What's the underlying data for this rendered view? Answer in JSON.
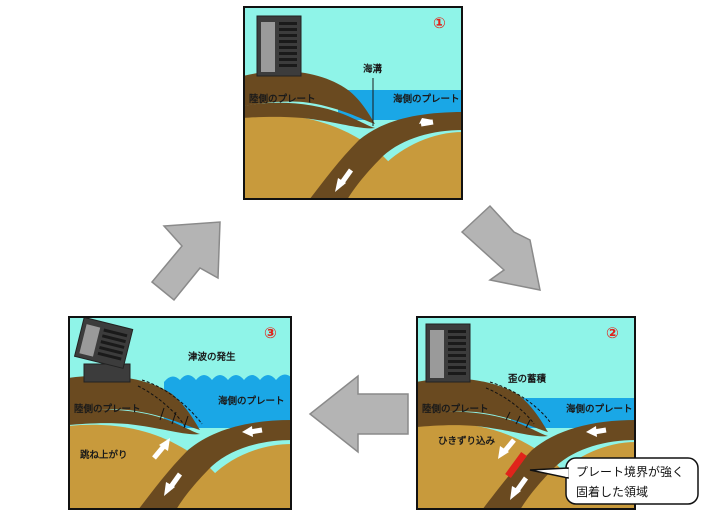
{
  "panels": {
    "p1": {
      "number": "①",
      "labels": {
        "trench": "海溝",
        "land_plate": "陸側のプレート",
        "ocean_plate": "海側のプレート"
      }
    },
    "p2": {
      "number": "②",
      "labels": {
        "strain": "歪の蓄積",
        "land_plate": "陸側のプレート",
        "ocean_plate": "海側のプレート",
        "drag": "ひきずり込み"
      },
      "callout": {
        "line1": "プレート境界が強く",
        "line2": "固着した領域"
      }
    },
    "p3": {
      "number": "③",
      "labels": {
        "tsunami": "津波の発生",
        "land_plate": "陸側のプレート",
        "ocean_plate": "海側のプレート",
        "rebound": "跳ね上がり"
      }
    }
  },
  "colors": {
    "sky": "#8ff4e8",
    "sea": "#1aa7e6",
    "plate": "#6a4a20",
    "mantle": "#c89a3c",
    "red": "#e0241b",
    "cycle_arrow": "#b4b4b4"
  }
}
